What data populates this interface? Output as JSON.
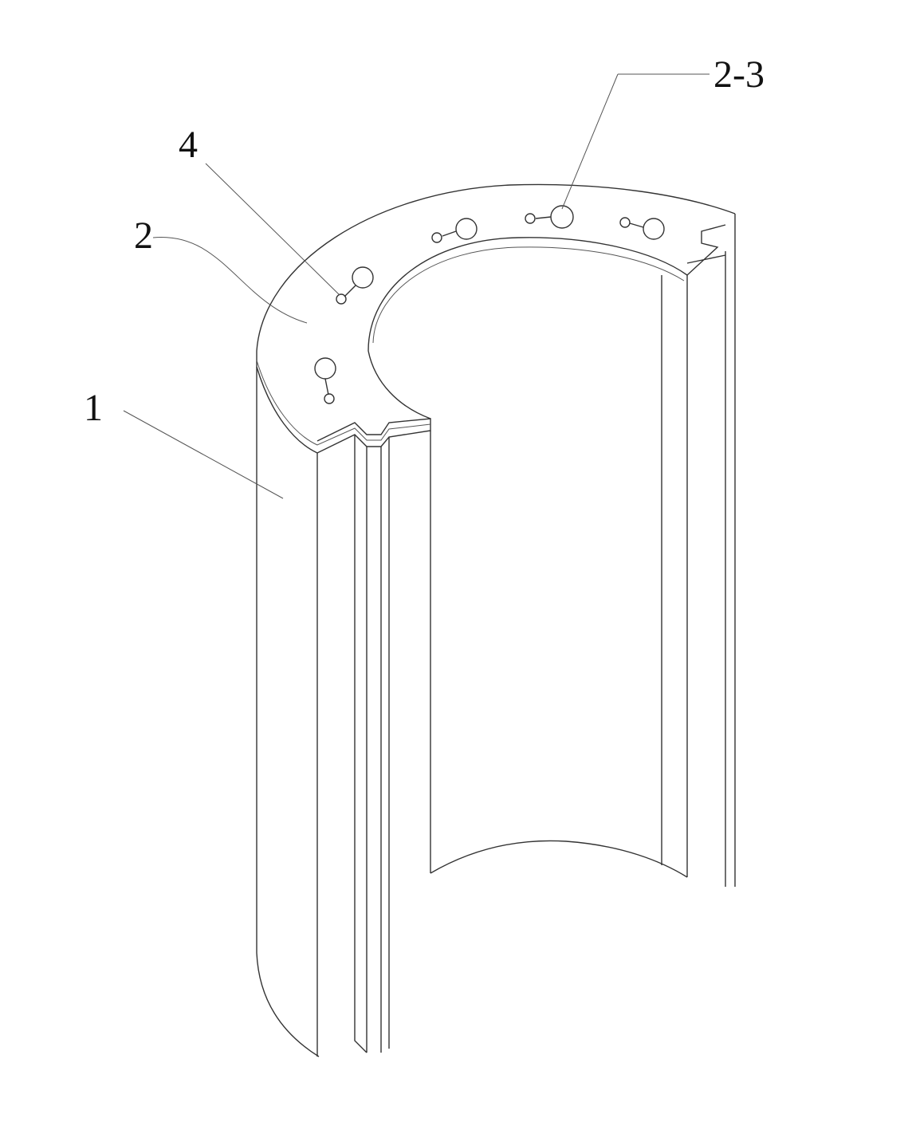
{
  "figure": {
    "labels": {
      "shell": "1",
      "ring": "2",
      "pin": "4",
      "keyhole": "2-3"
    }
  }
}
